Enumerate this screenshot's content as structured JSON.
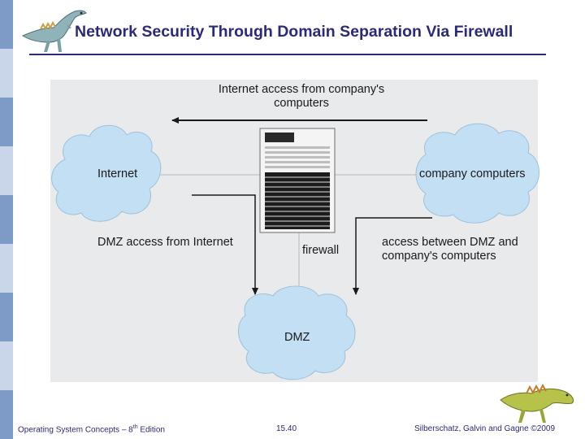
{
  "slide": {
    "title": "Network Security Through Domain Separation Via Firewall"
  },
  "diagram": {
    "top_label": "Internet access from company's computers",
    "nodes": {
      "internet": "Internet",
      "company": "company computers",
      "dmz": "DMZ",
      "firewall": "firewall"
    },
    "edge_labels": {
      "dmz_from_internet": "DMZ access from Internet",
      "dmz_company_line1": "access between DMZ and",
      "dmz_company_line2": "company's computers"
    }
  },
  "footer": {
    "left_text": "Operating System Concepts – 8",
    "left_sup": "th",
    "left_suffix": " Edition",
    "page_number": "15.40",
    "copyright": "Silberschatz, Galvin and Gagne ©2009"
  },
  "colors": {
    "title": "#2a2a78",
    "cloud_fill": "#c3dff3",
    "accent_bar": "#7e9ac6"
  }
}
